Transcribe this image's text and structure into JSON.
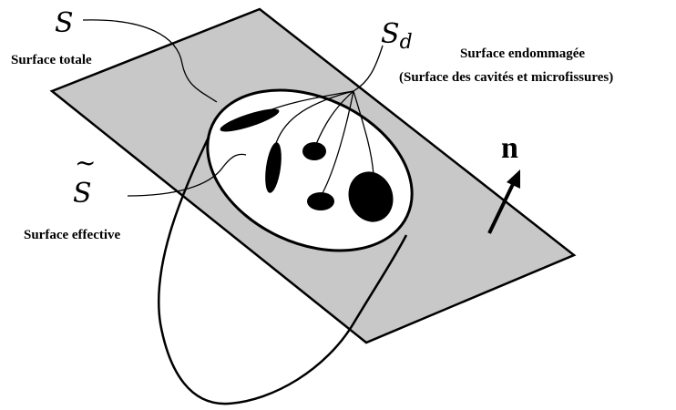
{
  "labels": {
    "total_symbol": "S",
    "total_caption": "Surface totale",
    "damaged_symbol_main": "S",
    "damaged_symbol_sub": "d",
    "damaged_caption_line1": "Surface endommagée",
    "damaged_caption_line2": "(Surface des cavités et microfissures)",
    "effective_symbol": "S",
    "effective_tilde": "~",
    "effective_caption": "Surface effective",
    "normal_label": "n"
  },
  "colors": {
    "plane_fill": "#c8c8c8",
    "stroke": "#000000",
    "ellipse_fill": "#ffffff"
  }
}
